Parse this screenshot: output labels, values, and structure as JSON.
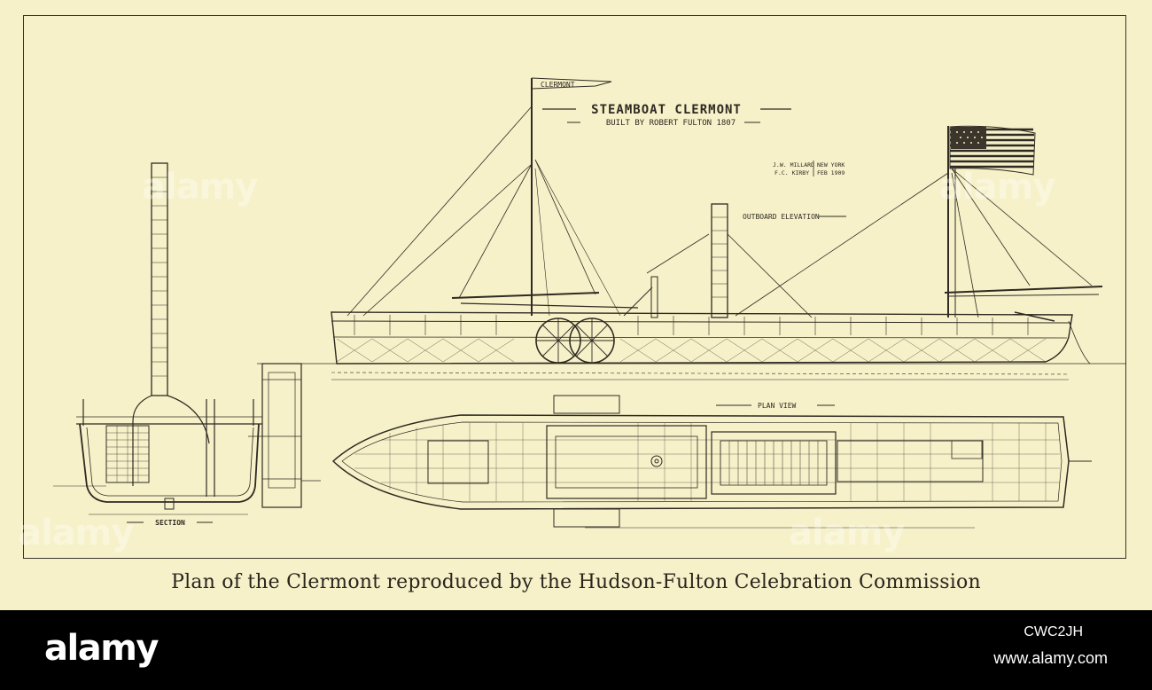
{
  "drawing": {
    "title": "STEAMBOAT CLERMONT",
    "subtitle": "BUILT BY ROBERT FULTON 1807",
    "pennant": "CLERMONT",
    "credit_names": [
      "J.W. MILLARD",
      "F.C. KIRBY"
    ],
    "credit_place": [
      "NEW YORK",
      "FEB 1909"
    ],
    "outboard_label": "OUTBOARD ELEVATION",
    "plan_label": "PLAN VIEW",
    "section_label": "SECTION"
  },
  "caption": "Plan of the Clermont reproduced by the Hudson-Fulton Celebration Commission",
  "watermark": {
    "logo": "alamy",
    "image_id": "CWC2JH",
    "url": "www.alamy.com"
  },
  "colors": {
    "paper": "#f6f1c9",
    "ink": "#2f2a22",
    "bar": "#000000"
  }
}
